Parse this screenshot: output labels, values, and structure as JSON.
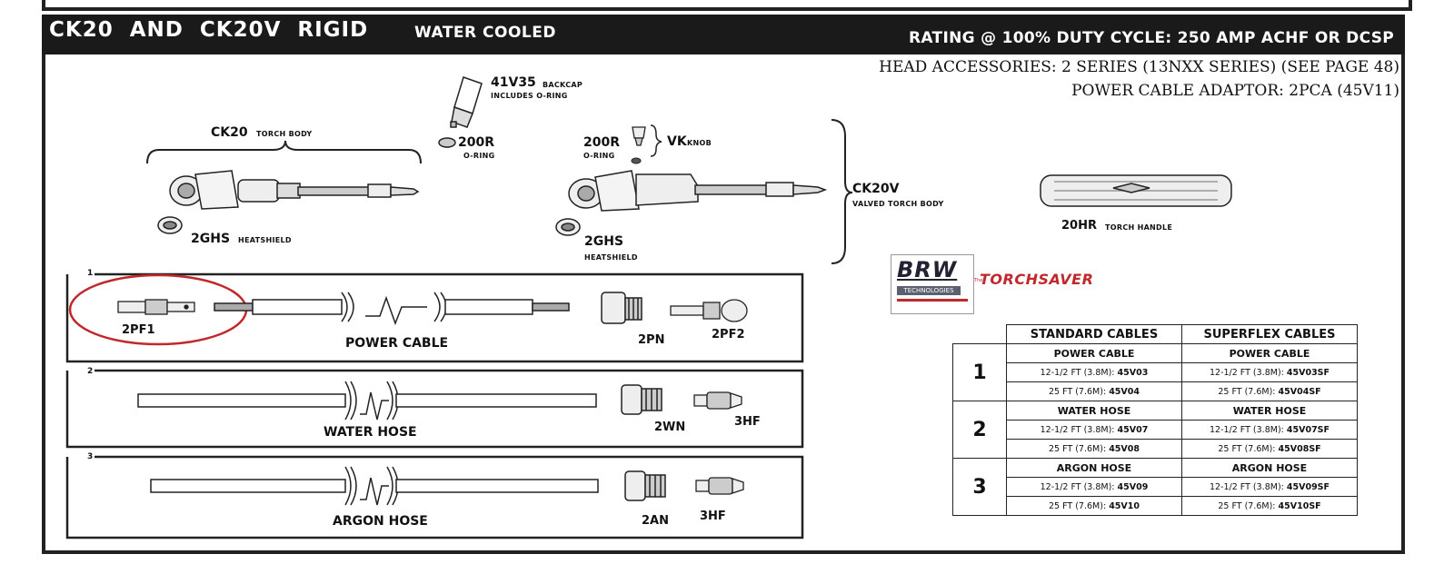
{
  "header": {
    "title": "CK20  AND  CK20V  RIGID",
    "subtitle": "WATER COOLED",
    "rating": "RATING @ 100% DUTY CYCLE: 250 AMP ACHF OR DCSP",
    "head_accessories": "HEAD ACCESSORIES: 2 SERIES (13NXX SERIES) (SEE PAGE 48)",
    "power_cable_adaptor": "POWER CABLE ADAPTOR: 2PCA (45V11)"
  },
  "parts": {
    "backcap_code": "41V35",
    "backcap_desc": "BACKCAP",
    "backcap_note": "INCLUDES O-RING",
    "oring1_code": "200R",
    "oring1_desc": "O-RING",
    "ck20_code": "CK20",
    "ck20_desc": "TORCH BODY",
    "heatshield1_code": "2GHS",
    "heatshield1_desc": "HEATSHIELD",
    "oring2_code": "200R",
    "oring2_desc": "O-RING",
    "vk_code": "VK",
    "vk_desc": "KNOB",
    "heatshield2_code": "2GHS",
    "heatshield2_desc": "HEATSHIELD",
    "ck20v_code": "CK20V",
    "ck20v_desc": "VALVED TORCH BODY",
    "handle_code": "20HR",
    "handle_desc": "TORCH HANDLE"
  },
  "cable_rows": [
    {
      "num": "1",
      "left_part": "2PF1",
      "cable": "POWER CABLE",
      "nut": "2PN",
      "right_part": "2PF2"
    },
    {
      "num": "2",
      "cable": "WATER HOSE",
      "nut": "2WN",
      "right_part": "3HF"
    },
    {
      "num": "3",
      "cable": "ARGON HOSE",
      "nut": "2AN",
      "right_part": "3HF"
    }
  ],
  "logo": {
    "brand": "BRW",
    "brand_sub": "TECHNOLOGIES",
    "product": "TORCHSAVER",
    "product_prefix": "The"
  },
  "cable_table": {
    "col_headers": [
      "STANDARD CABLES",
      "SUPERFLEX CABLES"
    ],
    "groups": [
      {
        "num": "1",
        "section": "POWER CABLE",
        "rows": [
          {
            "std_len": "12-1/2 FT (3.8M):",
            "std_part": "45V03",
            "sf_len": "12-1/2 FT (3.8M):",
            "sf_part": "45V03SF"
          },
          {
            "std_len": "25 FT (7.6M):",
            "std_part": "45V04",
            "sf_len": "25 FT (7.6M):",
            "sf_part": "45V04SF"
          }
        ]
      },
      {
        "num": "2",
        "section": "WATER HOSE",
        "rows": [
          {
            "std_len": "12-1/2 FT (3.8M):",
            "std_part": "45V07",
            "sf_len": "12-1/2 FT (3.8M):",
            "sf_part": "45V07SF"
          },
          {
            "std_len": "25 FT (7.6M):",
            "std_part": "45V08",
            "sf_len": "25 FT (7.6M):",
            "sf_part": "45V08SF"
          }
        ]
      },
      {
        "num": "3",
        "section": "ARGON HOSE",
        "rows": [
          {
            "std_len": "12-1/2 FT (3.8M):",
            "std_part": "45V09",
            "sf_len": "12-1/2 FT (3.8M):",
            "sf_part": "45V09SF"
          },
          {
            "std_len": "25 FT (7.6M):",
            "std_part": "45V10",
            "sf_len": "25 FT (7.6M):",
            "sf_part": "45V10SF"
          }
        ]
      }
    ]
  },
  "colors": {
    "accent_red": "#c0282c",
    "title_bar": "#1a1a1a"
  }
}
